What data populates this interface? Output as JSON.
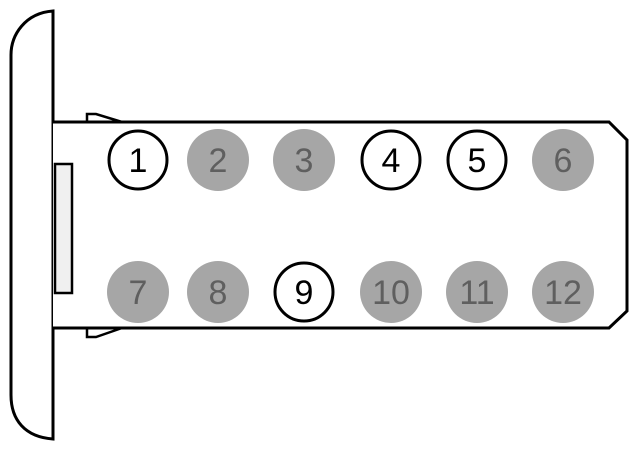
{
  "connector": {
    "colors": {
      "outline": "#000000",
      "filled_pin": "#a6a6a6",
      "filled_pin_text": "#5f5f5f",
      "open_pin": "#ffffff",
      "open_pin_text": "#000000",
      "latch_window": "#f0f0f0"
    },
    "rows": [
      [
        {
          "label": "1",
          "populated": false
        },
        {
          "label": "2",
          "populated": true
        },
        {
          "label": "3",
          "populated": true
        },
        {
          "label": "4",
          "populated": false
        },
        {
          "label": "5",
          "populated": false
        },
        {
          "label": "6",
          "populated": true
        }
      ],
      [
        {
          "label": "7",
          "populated": true
        },
        {
          "label": "8",
          "populated": true
        },
        {
          "label": "9",
          "populated": false
        },
        {
          "label": "10",
          "populated": true
        },
        {
          "label": "11",
          "populated": true
        },
        {
          "label": "12",
          "populated": true
        }
      ]
    ]
  }
}
